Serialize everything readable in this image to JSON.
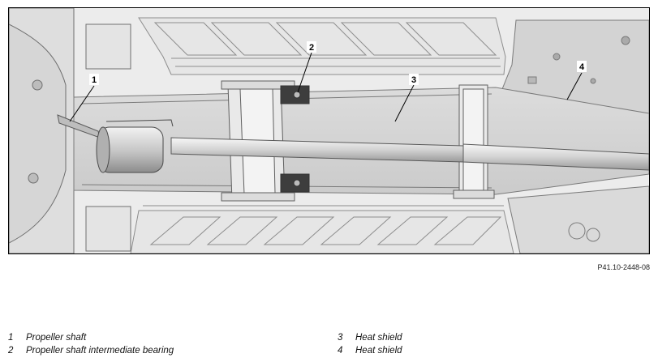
{
  "callouts": [
    "1",
    "2",
    "3",
    "4"
  ],
  "reference_code": "P41.10-2448-08",
  "legend": [
    {
      "num": "1",
      "label": "Propeller shaft"
    },
    {
      "num": "2",
      "label": "Propeller shaft intermediate bearing"
    },
    {
      "num": "3",
      "label": "Heat shield"
    },
    {
      "num": "4",
      "label": "Heat shield"
    }
  ]
}
